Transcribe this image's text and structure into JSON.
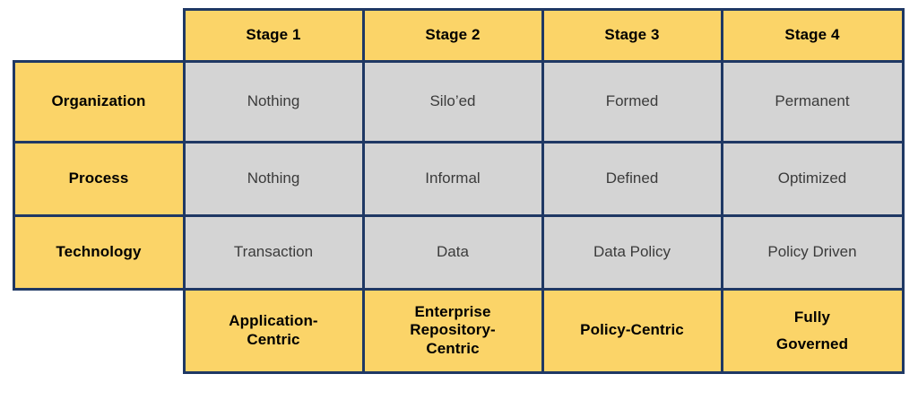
{
  "diagram": {
    "type": "maturity-matrix-table",
    "colors": {
      "accent_yellow": "#fbd468",
      "cell_gray": "#d4d4d4",
      "border_navy": "#1f3864",
      "label_text": "#000000",
      "value_text": "#3b3b3b",
      "background": "#ffffff"
    },
    "corner_top_left": "",
    "corner_bottom_left": "",
    "column_headers": [
      "Stage 1",
      "Stage 2",
      "Stage 3",
      "Stage 4"
    ],
    "rows": [
      {
        "label": "Organization",
        "values": [
          "Nothing",
          "Silo’ed",
          "Formed",
          "Permanent"
        ]
      },
      {
        "label": "Process",
        "values": [
          "Nothing",
          "Informal",
          "Defined",
          "Optimized"
        ]
      },
      {
        "label": "Technology",
        "values": [
          "Transaction",
          "Data",
          "Data Policy",
          "Policy Driven"
        ]
      }
    ],
    "summary_row": [
      "Application-\nCentric",
      "Enterprise\nRepository-\nCentric",
      "Policy-Centric",
      "Fully\nGoverned"
    ]
  }
}
